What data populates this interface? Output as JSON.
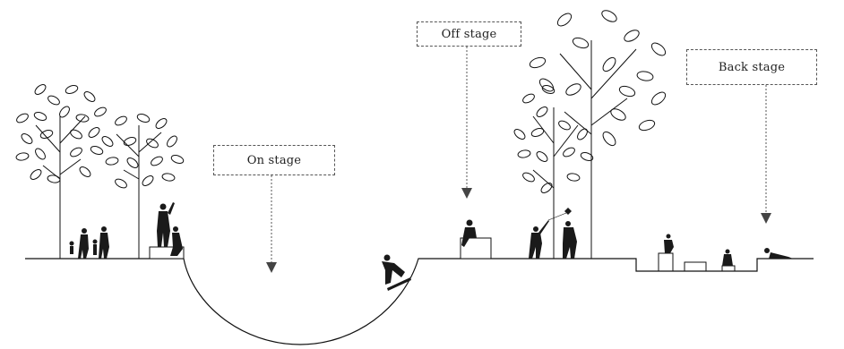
{
  "labels": {
    "on_stage": "On stage",
    "off_stage": "Off stage",
    "back_stage": "Back stage"
  },
  "colors": {
    "line": "#111111",
    "dashed": "#555555",
    "figure": "#1a1a1a"
  }
}
